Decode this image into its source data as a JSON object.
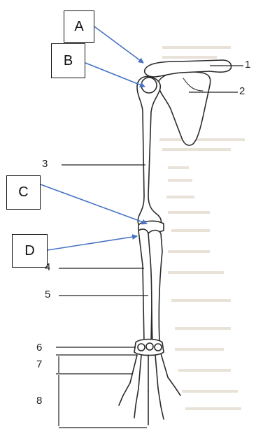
{
  "box_labels": {
    "a": "A",
    "b": "B",
    "c": "C",
    "d": "D"
  },
  "number_labels": {
    "n1": "1",
    "n2": "2",
    "n3": "3",
    "n4": "4",
    "n5": "5",
    "n6": "6",
    "n7": "7",
    "n8": "8"
  },
  "colors": {
    "pointer_arrow": "#4472c4",
    "bone_outline": "#2b2b2b",
    "background_text": "#d9d0c2"
  }
}
